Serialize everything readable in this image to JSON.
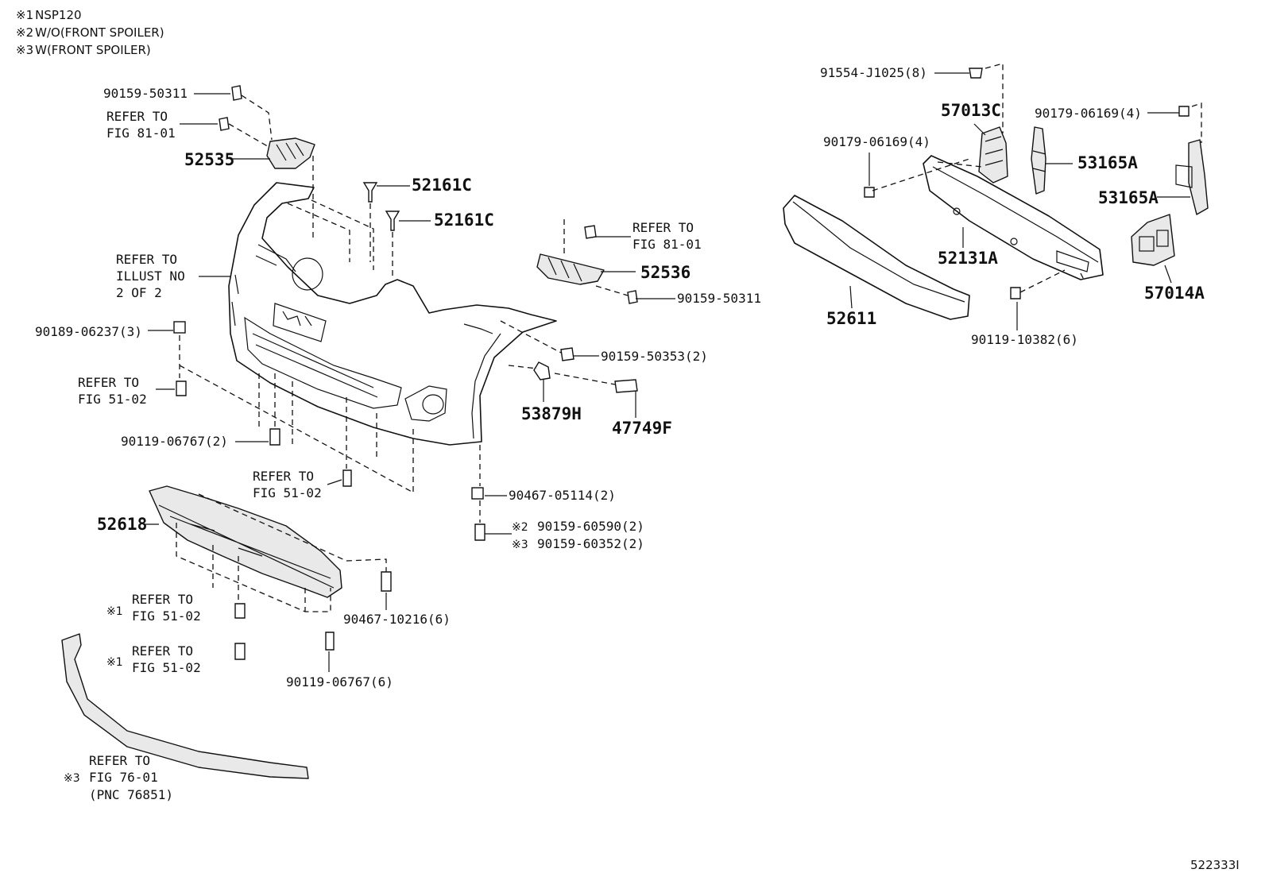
{
  "notes": [
    {
      "mark": "※1",
      "text": "NSP120"
    },
    {
      "mark": "※2",
      "text": "W/O(FRONT SPOILER)"
    },
    {
      "mark": "※3",
      "text": "W(FRONT SPOILER)"
    }
  ],
  "refer": {
    "to": "REFER TO",
    "fig_81_01": "FIG 81-01",
    "fig_51_02": "FIG 51-02",
    "fig_76_01": "FIG 76-01",
    "pnc": "(PNC 76851)",
    "illust_no": "ILLUST NO",
    "two_of_two": "2 OF 2"
  },
  "marks": {
    "m1": "※1",
    "m2": "※2",
    "m3": "※3"
  },
  "parts": {
    "p90159_50311_top": "90159-50311",
    "p52535": "52535",
    "p52161c_a": "52161C",
    "p52161c_b": "52161C",
    "p52536": "52536",
    "p90159_50311_mid": "90159-50311",
    "p90189_06237": "90189-06237(3)",
    "p90159_50353": "90159-50353(2)",
    "p53879h": "53879H",
    "p47749f": "47749F",
    "p90119_06767_2": "90119-06767(2)",
    "p90467_05114": "90467-05114(2)",
    "p90159_60590": "90159-60590(2)",
    "p90159_60352": "90159-60352(2)",
    "p52618": "52618",
    "p90467_10216": "90467-10216(6)",
    "p90119_06767_6": "90119-06767(6)",
    "p91554_j1025": "91554-J1025(8)",
    "p57013c": "57013C",
    "p90179_06169_a": "90179-06169(4)",
    "p90179_06169_b": "90179-06169(4)",
    "p53165a_a": "53165A",
    "p53165a_b": "53165A",
    "p52611": "52611",
    "p52131a": "52131A",
    "p90119_10382": "90119-10382(6)",
    "p57014a": "57014A"
  },
  "illustration_id": "522333I"
}
